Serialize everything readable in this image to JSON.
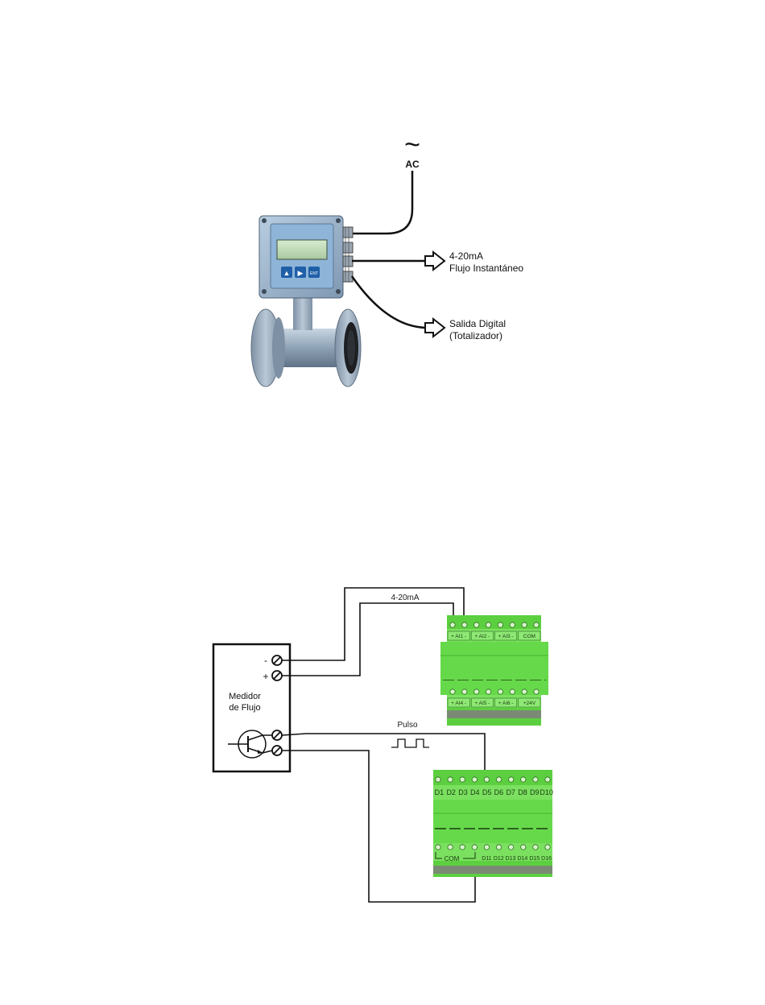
{
  "top_diagram": {
    "ac_symbol": "~",
    "ac_label": "AC",
    "output1_line1": "4-20mA",
    "output1_line2": "Flujo Instantáneo",
    "output2_line1": "Salida Digital",
    "output2_line2": "(Totalizador)",
    "meter_buttons": [
      "▲",
      "▶",
      "ENT"
    ]
  },
  "bottom_diagram": {
    "meter_line1": "Medidor",
    "meter_line2": "de Flujo",
    "minus_label": "-",
    "plus_label": "+",
    "analog_label": "4-20mA",
    "pulse_label": "Pulso",
    "analog_module": {
      "top_terminals": [
        "+ AI1 -",
        "+ AI2 -",
        "+ AI3 -",
        "COM"
      ],
      "bottom_terminals": [
        "+ AI4 -",
        "+ AI5 -",
        "+ AI6 -",
        "+24V"
      ]
    },
    "digital_module": {
      "top_terminals": [
        "D1",
        "D2",
        "D3",
        "D4",
        "D5",
        "D6",
        "D7",
        "D8",
        "D9",
        "D10"
      ],
      "com_label": "COM",
      "bottom_terminals": [
        "D11",
        "D12",
        "D13",
        "D14",
        "D15",
        "D16"
      ]
    }
  },
  "colors": {
    "module_green": "#66d94a",
    "module_dark_green": "#3fae2b",
    "meter_blue": "#8fb0d0",
    "pipe_gray": "#9fb0c0"
  }
}
